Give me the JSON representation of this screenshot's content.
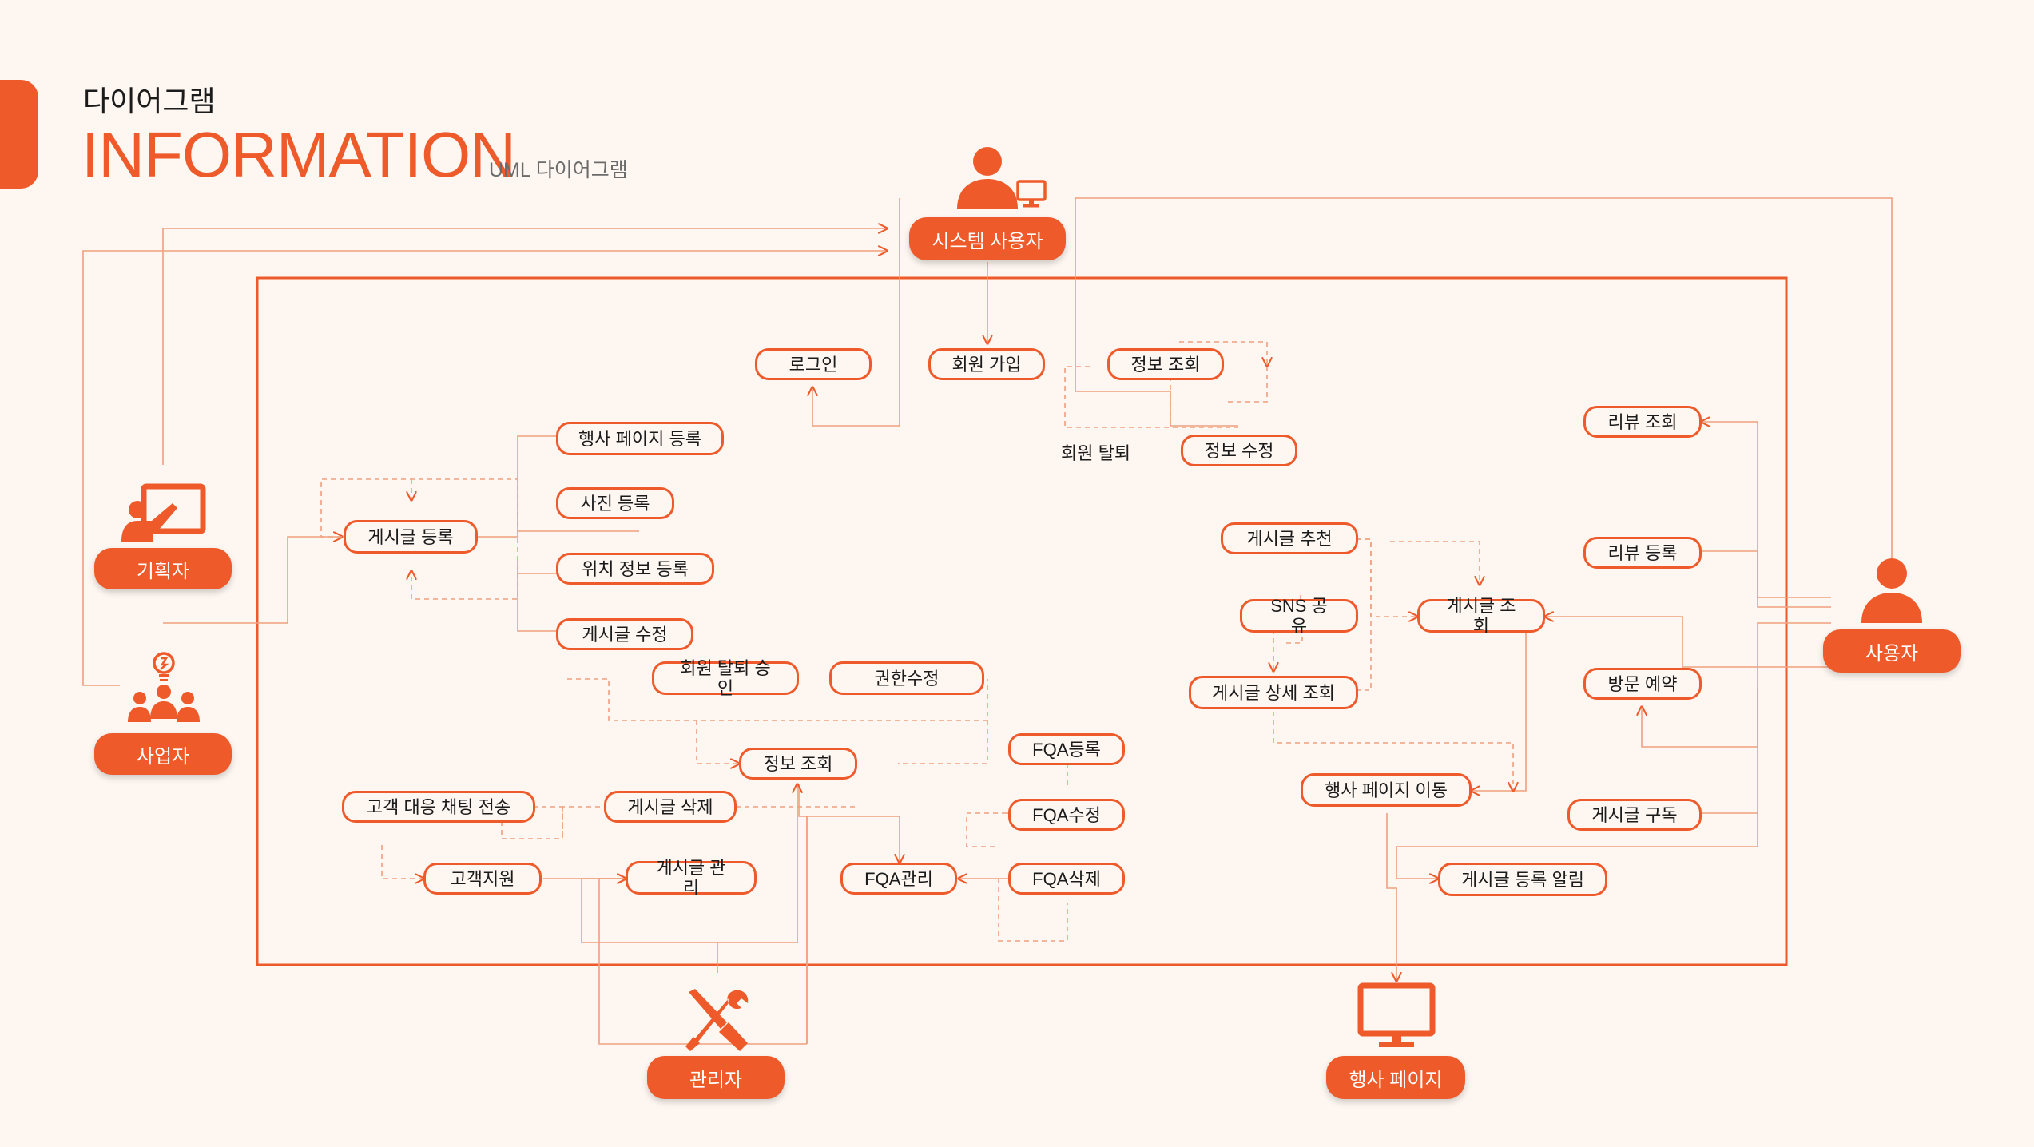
{
  "header": {
    "super_title": "다이어그램",
    "title": "INFORMATION",
    "subtitle": "UML 다이어그램"
  },
  "actors": {
    "system_user": "시스템 사용자",
    "planner": "기획자",
    "business": "사업자",
    "user": "사용자",
    "admin": "관리자",
    "event_page": "행사 페이지"
  },
  "use_cases": {
    "login": "로그인",
    "signup": "회원 가입",
    "info_view": "정보 조회",
    "withdraw": "회원 탈퇴",
    "info_edit": "정보 수정",
    "event_page_register": "행사 페이지 등록",
    "photo_register": "사진 등록",
    "post_register": "게시글 등록",
    "location_register": "위치 정보 등록",
    "post_edit": "게시글 수정",
    "withdraw_approve": "회원 탈퇴 승인",
    "permission_edit": "권한수정",
    "admin_info_view": "정보 조회",
    "chat_send": "고객 대응 채팅 전송",
    "post_delete": "게시글 삭제",
    "customer_support": "고객지원",
    "post_manage": "게시글 관리",
    "fqa_register": "FQA등록",
    "fqa_edit": "FQA수정",
    "fqa_manage": "FQA관리",
    "fqa_delete": "FQA삭제",
    "post_recommend": "게시글 추천",
    "sns_share": "SNS 공유",
    "post_detail": "게시글 상세 조회",
    "post_view": "게시글 조회",
    "event_move": "행사 페이지 이동",
    "review_view": "리뷰 조회",
    "review_register": "리뷰 등록",
    "visit_reserve": "방문 예약",
    "post_subscribe": "게시글 구독",
    "post_notify": "게시글 등록 알림"
  },
  "colors": {
    "accent": "#ef5a2a",
    "background": "#fdf6f1",
    "text": "#1b1b1b"
  },
  "icons": {
    "system_user": "user-computer-icon",
    "planner": "presentation-board-icon",
    "business": "team-idea-icon",
    "user": "person-icon",
    "admin": "wrench-screwdriver-icon",
    "event_page": "monitor-icon"
  }
}
